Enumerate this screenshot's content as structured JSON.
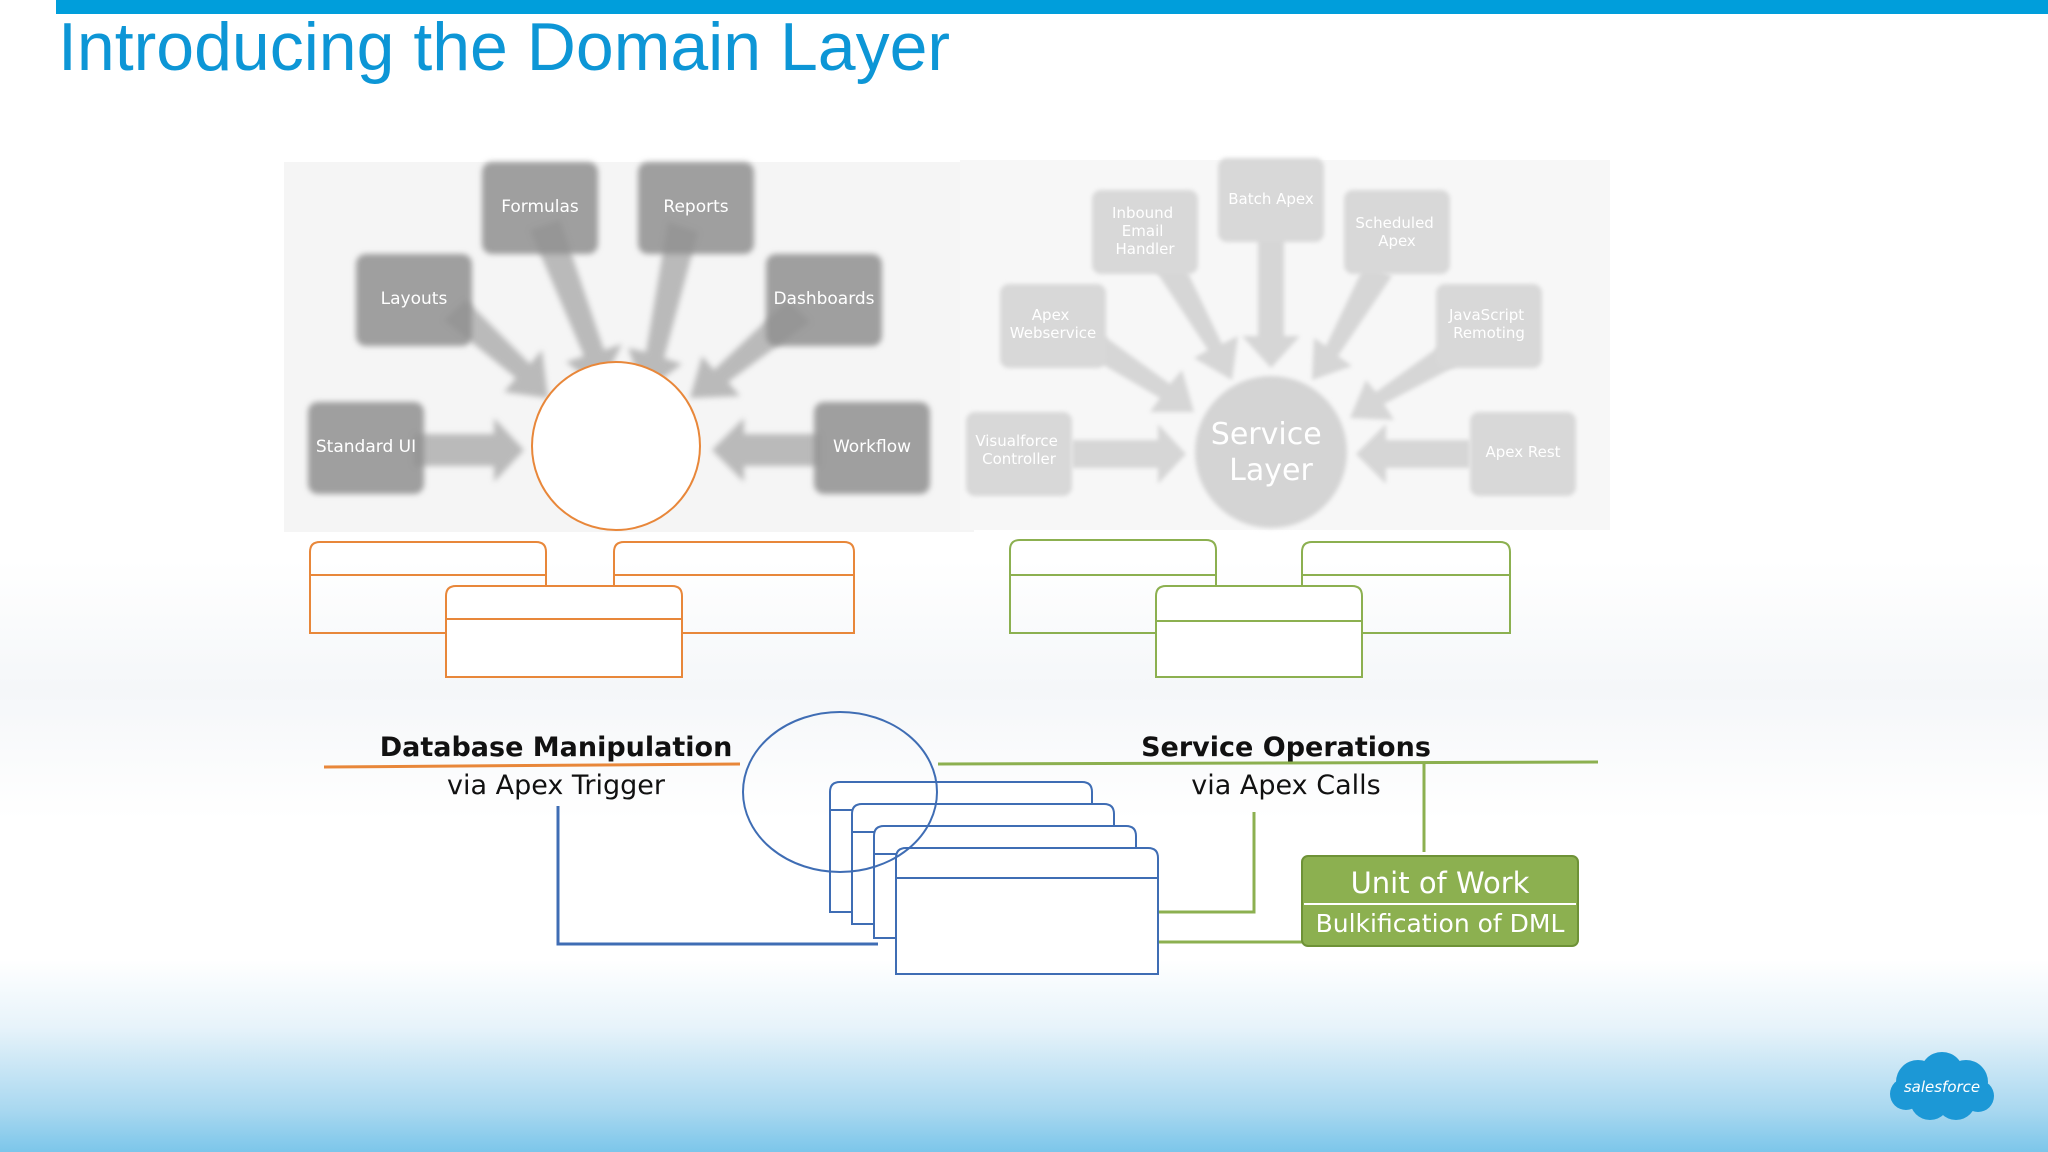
{
  "slide": {
    "title": "Introducing the Domain Layer"
  },
  "left_cluster": {
    "boxes": {
      "formulas": "Formulas",
      "reports": "Reports",
      "layouts": "Layouts",
      "dashboards": "Dashboards",
      "standard_ui": "Standard UI",
      "workflow": "Workflow"
    }
  },
  "right_cluster": {
    "center": {
      "line1": "Service",
      "line2": "Layer"
    },
    "boxes": {
      "batch_apex": "Batch Apex",
      "inbound_email": [
        "Inbound",
        "Email",
        "Handler"
      ],
      "scheduled_apex": [
        "Scheduled",
        "Apex"
      ],
      "apex_webservice": [
        "Apex",
        "Webservice"
      ],
      "javascript_remoting": [
        "JavaScript",
        "Remoting"
      ],
      "visualforce_controller": [
        "Visualforce",
        "Controller"
      ],
      "apex_rest": "Apex Rest"
    }
  },
  "labels": {
    "database_manipulation": "Database Manipulation",
    "via_apex_trigger": "via Apex Trigger",
    "service_operations": "Service Operations",
    "via_apex_calls": "via Apex Calls"
  },
  "unit_of_work": {
    "title": "Unit of Work",
    "subtitle": "Bulkification of DML"
  },
  "brand": {
    "logo_text": "salesforce"
  },
  "colors": {
    "title_blue": "#0d96d6",
    "orange": "#e8873a",
    "green": "#8cb050",
    "blue_line": "#3f6db4",
    "grey_box": "#9a9a9a"
  }
}
